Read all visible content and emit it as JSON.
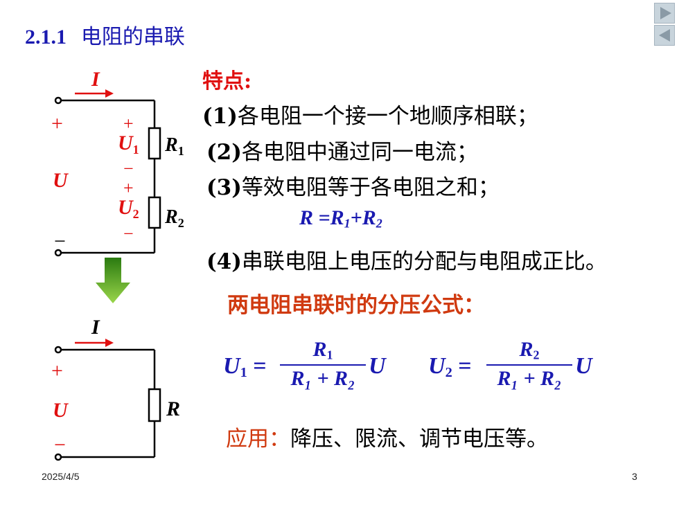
{
  "slide": {
    "section_number": "2.1.1",
    "section_title": "电阻的串联",
    "features_heading": "特点:",
    "items": [
      {
        "num": "(1)",
        "text": "各电阻一个接一个地顺序相联；"
      },
      {
        "num": "(2)",
        "text": "各电阻中通过同一电流；"
      },
      {
        "num": "(3)",
        "text": "等效电阻等于各电阻之和；"
      },
      {
        "num": "(4)",
        "text": "串联电阻上电压的分配与电阻成正比。"
      }
    ],
    "equivalent_formula": {
      "lhs": "R",
      "eq": "=",
      "r1": "R",
      "r1_sub": "1",
      "plus": "+",
      "r2": "R",
      "r2_sub": "2"
    },
    "divider_heading": "两电阻串联时的分压公式：",
    "divider_formulas": [
      {
        "lhs": "U",
        "lhs_sub": "1",
        "numerator": "R",
        "numerator_sub": "1",
        "denominator": "R₁ + R₂",
        "factor": "U"
      },
      {
        "lhs": "U",
        "lhs_sub": "2",
        "numerator": "R",
        "numerator_sub": "2",
        "denominator": "R₁ + R₂",
        "factor": "U"
      }
    ],
    "application_label": "应用：",
    "application_text": "降压、限流、调节电压等。",
    "footer_date": "2025/4/5",
    "page_number": "3"
  },
  "circuit_top": {
    "current": "I",
    "plus": "+",
    "minus": "−",
    "voltage": "U",
    "u1": "U",
    "u1_sub": "1",
    "r1": "R",
    "r1_sub": "1",
    "u2": "U",
    "u2_sub": "2",
    "r2": "R",
    "r2_sub": "2",
    "u1_plus": "+",
    "u1_minus": "−",
    "u2_plus": "+",
    "u2_minus": "−"
  },
  "circuit_bottom": {
    "current": "I",
    "plus": "+",
    "minus": "−",
    "voltage": "U",
    "resistor": "R"
  },
  "colors": {
    "title": "#1a1ab0",
    "red": "#e01010",
    "blue": "#1a1ab0",
    "orange": "#d03a10",
    "arrow_green": "#3a9a1a"
  },
  "icons": {
    "next": "play-right-icon",
    "prev": "play-left-icon"
  }
}
